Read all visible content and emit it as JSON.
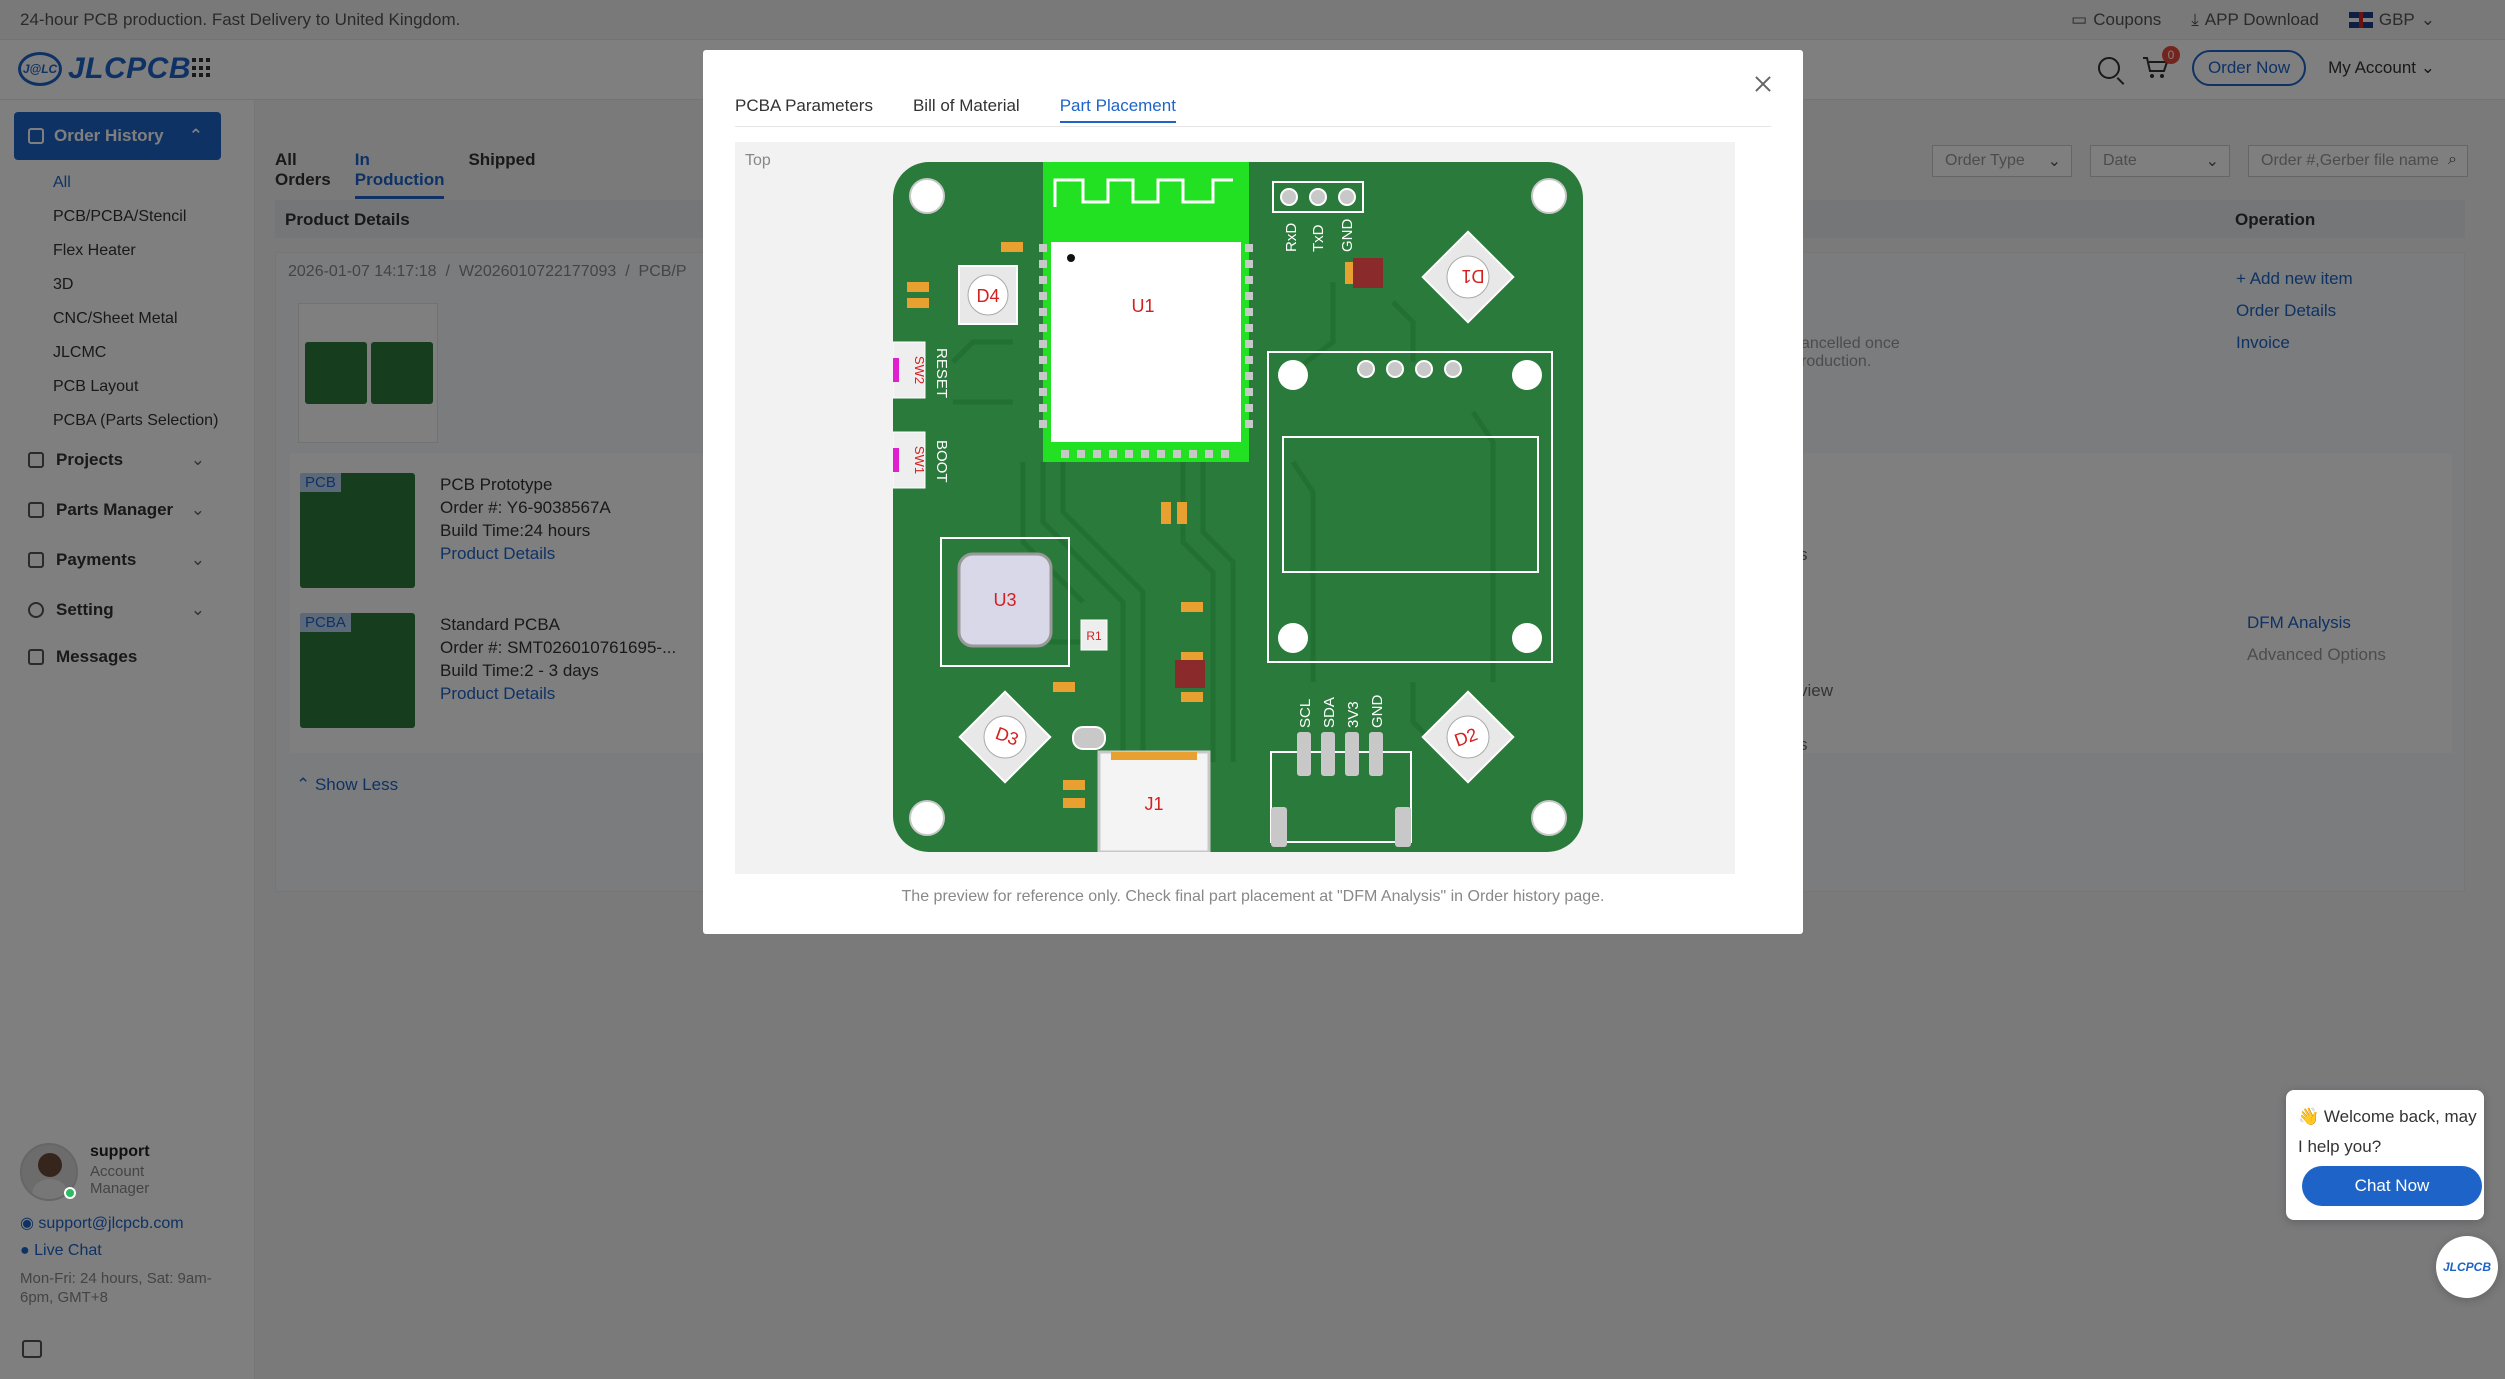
{
  "topbar": {
    "promo": "24-hour PCB production. Fast Delivery to United Kingdom.",
    "coupons": "Coupons",
    "app_download": "APP Download",
    "currency": "GBP"
  },
  "header": {
    "logo_mark": "J@LC",
    "logo_text": "JLCPCB",
    "cart_count": "0",
    "order_now": "Order Now",
    "my_account": "My Account"
  },
  "sidebar": {
    "active": "Order History",
    "sub_items": [
      "All",
      "PCB/PCBA/Stencil",
      "Flex Heater",
      "3D",
      "CNC/Sheet Metal",
      "JLCMC",
      "PCB Layout",
      "PCBA (Parts Selection)"
    ],
    "groups": [
      "Projects",
      "Parts Manager",
      "Payments",
      "Setting",
      "Messages"
    ],
    "support": {
      "name": "support",
      "role": "Account Manager",
      "email": "support@jlcpcb.com",
      "live_chat": "Live Chat",
      "hours": "Mon-Fri: 24 hours, Sat: 9am-6pm, GMT+8"
    }
  },
  "main": {
    "tabs": [
      "All Orders",
      "In Production",
      "Shipped"
    ],
    "filters": {
      "order_type": "Order Type",
      "date": "Date",
      "search_placeholder": "Order #,Gerber file name"
    },
    "table_head": {
      "product": "Product Details",
      "operation": "Operation"
    },
    "order": {
      "date": "2026-01-07 14:17:18",
      "id": "W2026010722177093",
      "type": "PCB/P",
      "cancel_note_1": "ancelled once",
      "cancel_note_2": "roduction.",
      "links": [
        "Add new item",
        "Order Details",
        "Invoice"
      ],
      "items": [
        {
          "tag": "PCB",
          "name": "PCB Prototype",
          "order": "Order #: Y6-9038567A",
          "build": "Build Time:24 hours",
          "link": "Product Details"
        },
        {
          "tag": "PCBA",
          "name": "Standard PCBA",
          "order": "Order #: SMT026010761695-...",
          "build": "Build Time:2 - 3 days",
          "link": "Product Details"
        }
      ],
      "aside_1": "s",
      "aside_2": "view",
      "aside_3": "s",
      "dfm": "DFM Analysis",
      "advanced": "Advanced Options",
      "show_less": "Show Less"
    }
  },
  "modal": {
    "tabs": [
      "PCBA Parameters",
      "Bill of Material",
      "Part Placement"
    ],
    "active_tab": "Part Placement",
    "side_label": "Top",
    "note": "The preview for reference only. Check final part placement at \"DFM Analysis\" in Order history page.",
    "pcb_labels": {
      "u1": "U1",
      "u3": "U3",
      "d1": "D1",
      "d2": "D2",
      "d3": "D3",
      "d4": "D4",
      "j1": "J1",
      "sw1": "SW1",
      "sw2": "SW2",
      "reset": "RESET",
      "boot": "BOOT",
      "r1": "R1",
      "rxd": "RxD",
      "txd": "TxD",
      "gnd_top": "GND",
      "scl": "SCL",
      "sda": "SDA",
      "v33": "3V3",
      "gnd_bottom": "GND"
    }
  },
  "chat": {
    "message": "👋 Welcome back, may I help you?",
    "button": "Chat Now",
    "fab": "JLCPCB"
  },
  "colors": {
    "accent": "#1e64c8",
    "pcb_green": "#2a7a3c",
    "pad_silver": "#c8c8c8",
    "module_green": "#22e022",
    "label_red": "#d42020",
    "magenta": "#e020d0"
  }
}
